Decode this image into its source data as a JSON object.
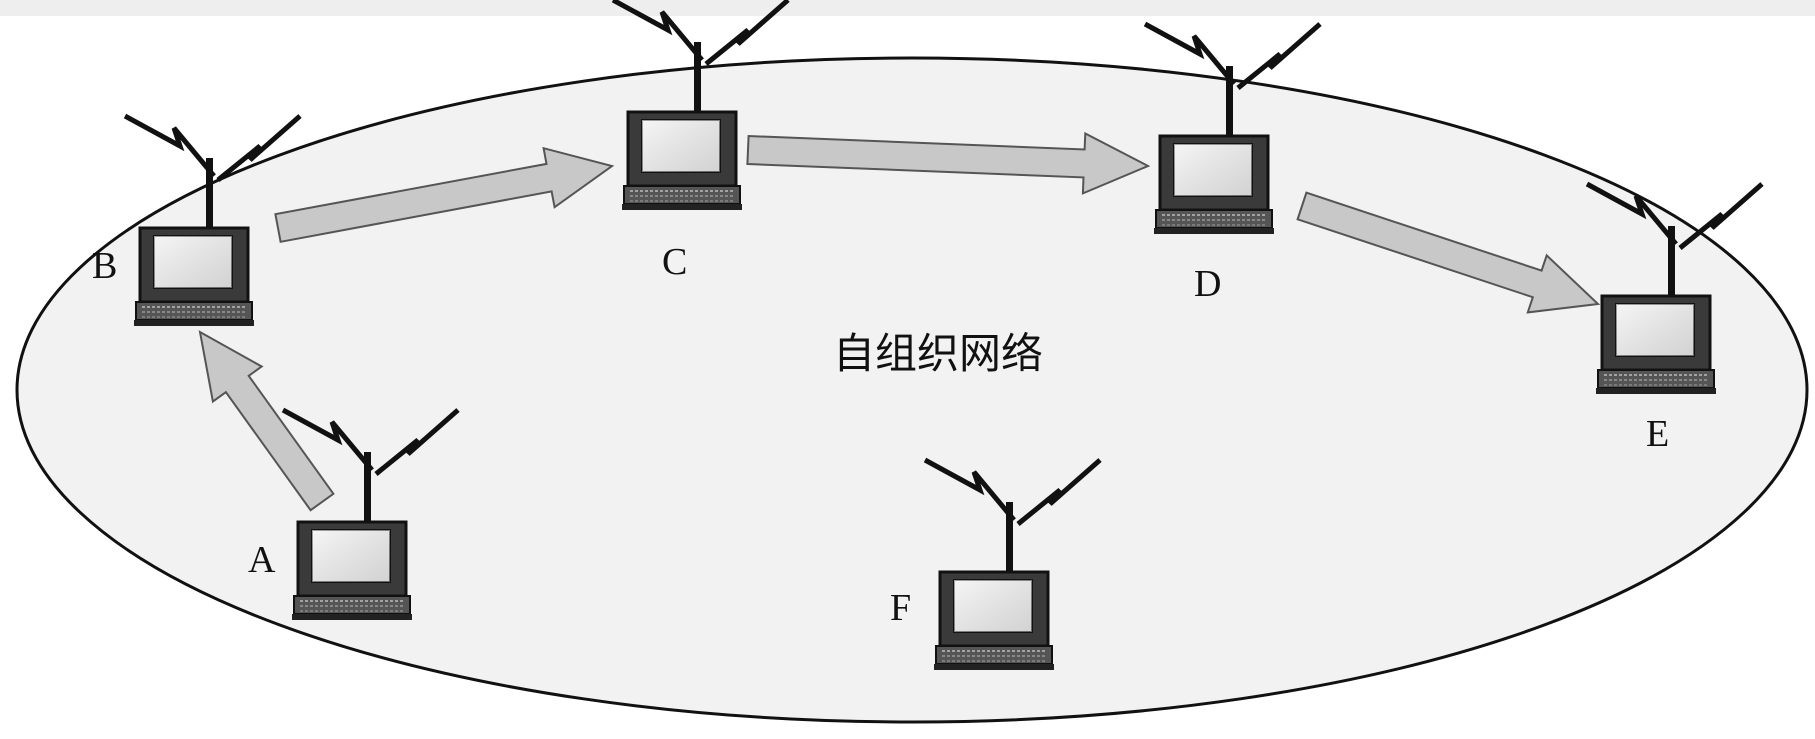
{
  "diagram": {
    "center_label": "自组织网络",
    "nodes": [
      {
        "id": "A",
        "label": "A"
      },
      {
        "id": "B",
        "label": "B"
      },
      {
        "id": "C",
        "label": "C"
      },
      {
        "id": "D",
        "label": "D"
      },
      {
        "id": "E",
        "label": "E"
      },
      {
        "id": "F",
        "label": "F"
      }
    ],
    "edges": [
      {
        "from": "A",
        "to": "B"
      },
      {
        "from": "B",
        "to": "C"
      },
      {
        "from": "C",
        "to": "D"
      },
      {
        "from": "D",
        "to": "E"
      }
    ]
  },
  "colors": {
    "ellipse_fill": "#f2f2f2",
    "ellipse_stroke": "#111111",
    "arrow_fill": "#c8c8c8",
    "arrow_stroke": "#555555",
    "laptop_body": "#3a3a3a",
    "laptop_screen": "#e8e8e8"
  }
}
